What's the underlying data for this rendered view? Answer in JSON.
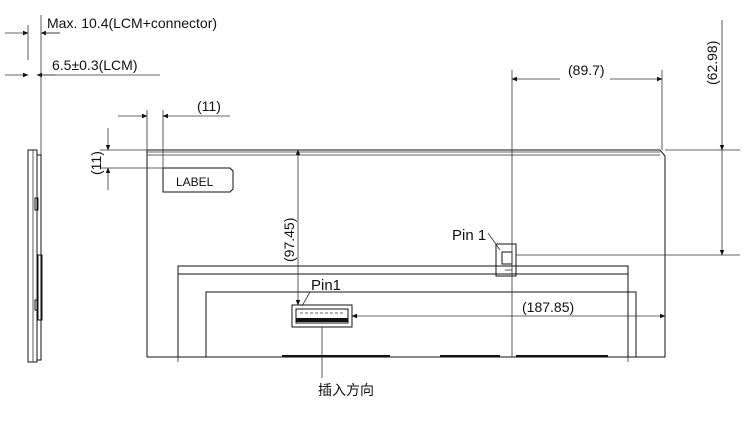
{
  "dimensions": {
    "max_thickness": "Max. 10.4(LCM+connector)",
    "lcm_thickness": "6.5±0.3(LCM)",
    "label_offset_x": "(11)",
    "label_offset_y": "(11)",
    "pin_offset_x": "(89.7)",
    "pin_offset_y": "(62.98)",
    "connector_height": "(97.45)",
    "connector_width": "(187.85)"
  },
  "labels": {
    "label_box": "LABEL",
    "pin1_fpc": "Pin 1",
    "pin1_connector": "Pin1",
    "insert_direction": "插入方向"
  }
}
